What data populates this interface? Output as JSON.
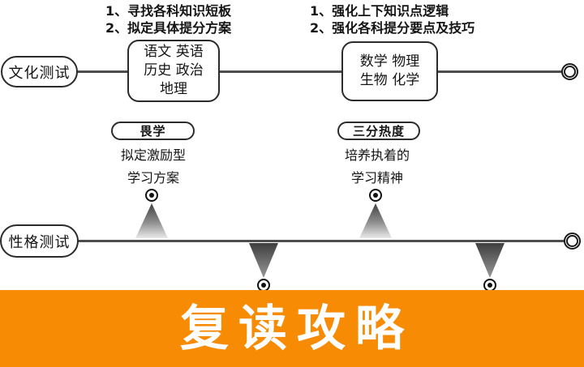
{
  "title_banner": {
    "text": "复读攻略",
    "bg_color": "#F78B04",
    "text_color": "#FFFFFF"
  },
  "culture_track": {
    "label": "文化测试",
    "note_left": {
      "line1": "1、寻找各科知识短板",
      "line2": "2、拟定具体提分方案"
    },
    "note_right": {
      "line1": "1、强化上下知识点逻辑",
      "line2": "2、强化各科提分要点及技巧"
    },
    "liberal_box": {
      "line1": "语文 英语",
      "line2": "历史 政治",
      "line3": "地理"
    },
    "science_box": {
      "line1": "数学 物理",
      "line2": "生物 化学"
    }
  },
  "personality_track": {
    "label": "性格测试",
    "issues": [
      {
        "tag": "畏学",
        "solution_line1": "拟定激励型",
        "solution_line2": "学习方案"
      },
      {
        "tag": "三分热度",
        "solution_line1": "培养执着的",
        "solution_line2": "学习精神"
      }
    ]
  },
  "icons": {
    "target_marker": "bullseye-circle-with-dot",
    "track_end": "double-ring-circle",
    "beam": "gradient-triangle"
  },
  "colors": {
    "accent_orange": "#F78B04",
    "line_gray": "#4D4D4D",
    "border_dark": "#2B2B2B"
  }
}
